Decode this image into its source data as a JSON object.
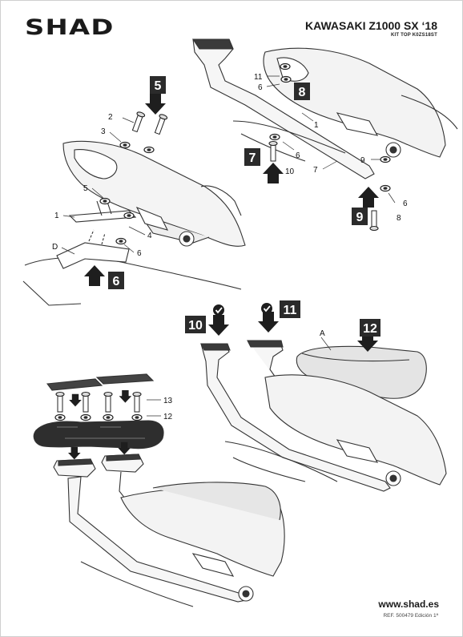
{
  "header": {
    "brand": "SHAD",
    "model": "KAWASAKI Z1000 SX ‘18",
    "kit": "KIT TOP K0ZS18ST"
  },
  "footer": {
    "website": "www.shad.es",
    "ref": "REF. 500479 Edición 1ª"
  },
  "steps": [
    "5",
    "6",
    "7",
    "8",
    "9",
    "10",
    "11",
    "12"
  ],
  "callouts": {
    "panel1": [
      "2",
      "3",
      "5",
      "1",
      "4",
      "D",
      "6"
    ],
    "panel2": [
      "11",
      "6",
      "1",
      "6",
      "10",
      "7",
      "9",
      "6",
      "8"
    ],
    "panel3": [
      "A"
    ],
    "panel4": [
      "13",
      "12"
    ]
  },
  "icons": [
    "check-circle-icon",
    "down-arrow-icon",
    "up-arrow-icon"
  ],
  "colors": {
    "step_box": "#2b2b2b",
    "ink": "#1a1a1a",
    "line": "#333333",
    "shade": "#d9d9d9"
  }
}
